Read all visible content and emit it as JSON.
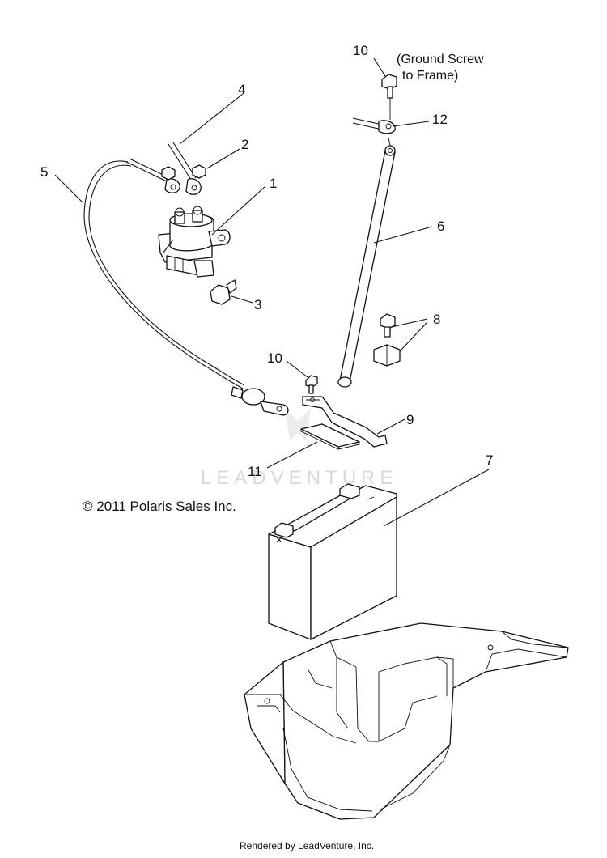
{
  "diagram": {
    "callouts": [
      "1",
      "2",
      "3",
      "4",
      "5",
      "6",
      "7",
      "8",
      "9",
      "10",
      "10",
      "11",
      "12"
    ],
    "note_line1": "(Ground Screw",
    "note_line2": "to Frame)",
    "copyright": "© 2011 Polaris Sales Inc.",
    "watermark": "LEADVENTURE",
    "footer": "Rendered by LeadVenture, Inc."
  }
}
